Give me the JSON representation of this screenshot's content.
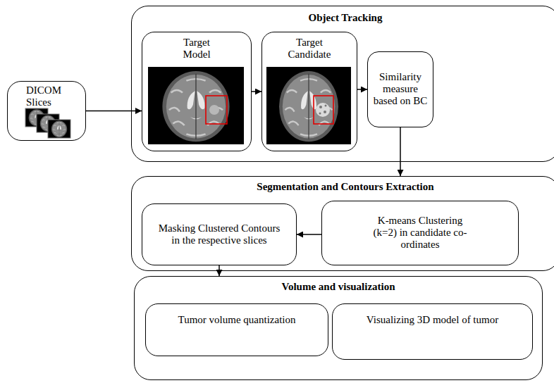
{
  "diagram": {
    "nodes": [
      {
        "text": [
          "DICOM Slices"
        ]
      },
      {
        "text": [
          "Object Tracking"
        ]
      },
      {
        "text": [
          "Target Model"
        ],
        "in": 1
      },
      {
        "text": [
          "Target Candidate"
        ],
        "in": 1
      },
      {
        "text": [
          "Similarity measure based on BC"
        ],
        "in": 1
      },
      {
        "text": [
          "Segmentation and Contours Extraction"
        ]
      },
      {
        "text": [
          "Masking Clustered Contours in the respective slices"
        ],
        "in": 5
      },
      {
        "text": [
          "K-means Clustering (k=2) in candidate co-ordinates"
        ],
        "in": 5
      },
      {
        "text": [
          "Volume and visualization"
        ]
      },
      {
        "text": [
          "Tumor volume quantization"
        ],
        "in": 8
      },
      {
        "text": [
          "Visualizing 3D model of tumor"
        ],
        "in": 8
      }
    ],
    "edges": [
      {
        "from": 0,
        "to": 2,
        "arrow": "to"
      },
      {
        "from": 2,
        "to": 3,
        "arrow": "to"
      },
      {
        "from": 3,
        "to": 4,
        "arrow": "to"
      },
      {
        "from": 4,
        "to": 5,
        "arrow": "to"
      },
      {
        "from": 7,
        "to": 6,
        "arrow": "to"
      },
      {
        "from": 6,
        "to": 8,
        "arrow": "to"
      }
    ]
  }
}
